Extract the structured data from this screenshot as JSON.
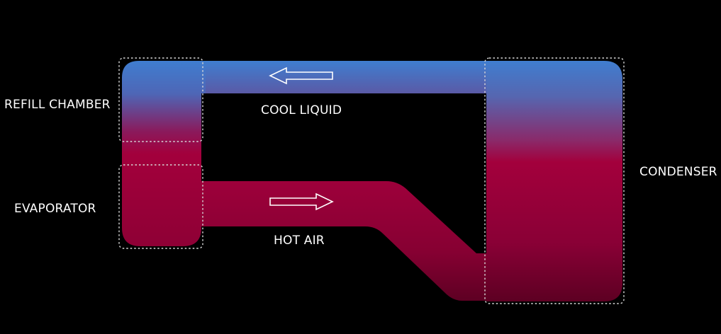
{
  "labels": {
    "refill_chamber": "REFILL CHAMBER",
    "evaporator": "EVAPORATOR",
    "cool_liquid": "COOL LIQUID",
    "hot_air": "HOT AIR",
    "condenser": "CONDENSER"
  },
  "colors": {
    "background": "#000000",
    "cool": "#3f7ed0",
    "mid": "#5e4a9c",
    "hot": "#a3003c",
    "hot_dark": "#6a0026",
    "text": "#ffffff",
    "outline": "#d8d8d8"
  }
}
